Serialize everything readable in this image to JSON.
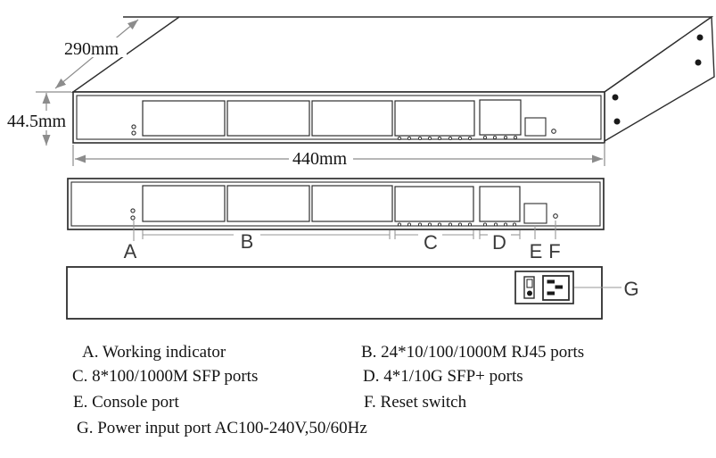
{
  "diagram_title": "24-port switch mechanical drawing",
  "dimensions": {
    "depth": "290mm",
    "height": "44.5mm",
    "length": "440mm"
  },
  "callouts": {
    "a": "A",
    "b": "B",
    "c": "C",
    "d": "D",
    "e": "E",
    "f": "F",
    "g": "G"
  },
  "legend": {
    "a": "A. Working indicator",
    "b": "B. 24*10/100/1000M RJ45 ports",
    "c": "C. 8*100/1000M SFP ports",
    "d": "D. 4*1/10G SFP+ ports",
    "e": "E. Console port",
    "f": "F. Reset switch",
    "g": "G. Power input port AC100-240V,50/60Hz"
  },
  "icons": {
    "power_switch": "power-switch-icon",
    "power_socket": "power-socket-icon"
  },
  "colors": {
    "line": "#2e2e2e",
    "dimension_line": "#8c8c8c",
    "leader_line": "#979797",
    "text": "#141414",
    "callout_text": "#3a3a3a",
    "background": "#ffffff"
  }
}
